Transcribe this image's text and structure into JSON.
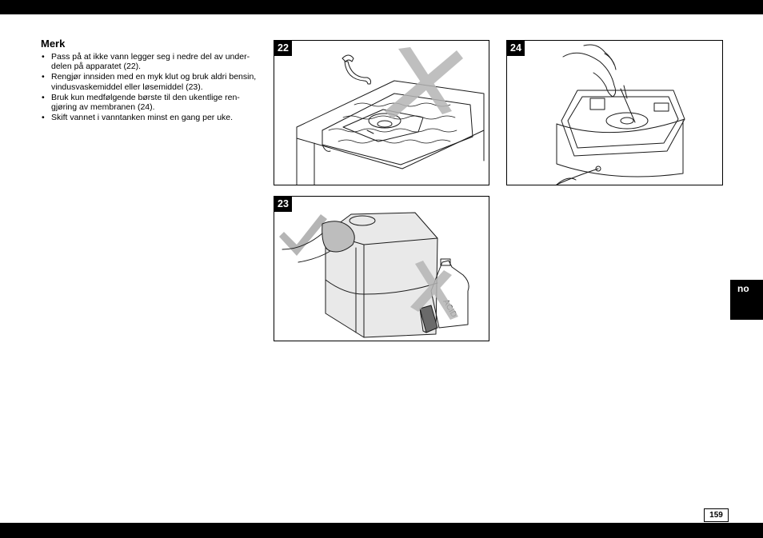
{
  "note": {
    "heading": "Merk",
    "bullet_symbol": "•",
    "items": [
      {
        "lines": [
          "Pass på at ikke vann legger seg i nedre del av under-",
          "delen på apparatet (22)."
        ]
      },
      {
        "lines": [
          "Rengjør innsiden med en myk klut og bruk aldri bensin,",
          "vindusvaskemiddel eller løsemiddel (23)."
        ]
      },
      {
        "lines": [
          "Bruk kun medfølgende børste til den ukentlige ren-",
          "gjøring av membranen (24)."
        ]
      },
      {
        "lines": [
          "Skift vannet i vanntanken minst en gang per uke."
        ]
      }
    ]
  },
  "figures": {
    "fig22": {
      "number": "22"
    },
    "fig23": {
      "number": "23",
      "bottle_label": "ACID"
    },
    "fig24": {
      "number": "24"
    }
  },
  "language_tab": "no",
  "page_number": "159",
  "colors": {
    "bars": "#000000",
    "cross_mark": "#b5b5b5",
    "tank_tone": "#e9e9e9"
  }
}
